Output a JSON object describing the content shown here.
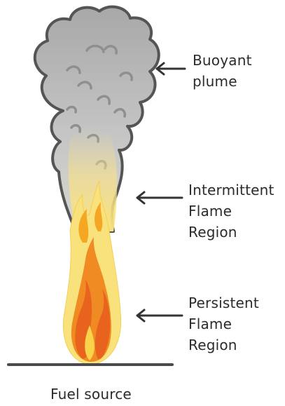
{
  "labels": {
    "plume": [
      "Buoyant",
      "plume"
    ],
    "intermittent": [
      "Intermittent",
      "Flame",
      "Region"
    ],
    "persistent": [
      "Persistent",
      "Flame",
      "Region"
    ],
    "fuel": "Fuel source"
  },
  "colors": {
    "smoke_fill": "#b9b9b9",
    "smoke_outline": "#555555",
    "flame_outer": "#f9e27b",
    "flame_mid": "#f5a623",
    "flame_inner": "#e8641e",
    "ground": "#4a4a4a",
    "arrow": "#333333",
    "text": "#2b2b2b"
  }
}
